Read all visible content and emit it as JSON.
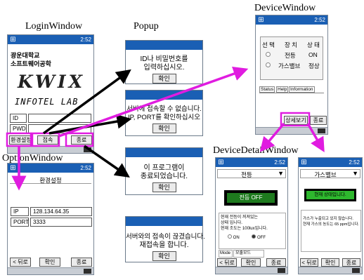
{
  "titles": {
    "login": "LoginWindow",
    "popup": "Popup",
    "device": "DeviceWindow",
    "option": "OptionWindow",
    "detail": "DeviceDetailWindow"
  },
  "status_time": "2:52",
  "login": {
    "univ_line1": "광운대학교",
    "univ_line2": "소프트웨어공학",
    "logo_text": "KWIX",
    "lab_text": "INFOTEL LAB",
    "id_label": "ID",
    "pwd_label": "PWD",
    "settings_button": "환경설정",
    "connect_button": "접속",
    "exit_button": "종료"
  },
  "popups": [
    {
      "line1": "ID나 비밀번호를",
      "line2": "입력하십시오.",
      "button": "확인"
    },
    {
      "line1": "서버에 접속할 수 없습니다.",
      "line2": "IP, PORT를 확인하십시오",
      "button": "확인"
    },
    {
      "line1": "이 프로그램이",
      "line2": "종료되었습니다.",
      "button": "확인"
    },
    {
      "line1": "서버와의 접속이 끊겼습니다.",
      "line2": "재접속을 합니다.",
      "button": "확인"
    }
  ],
  "device": {
    "headers": [
      "선 택",
      "장 치",
      "상 태"
    ],
    "rows": [
      {
        "device": "전등",
        "status": "ON"
      },
      {
        "device": "가스밸브",
        "status": "정상"
      }
    ],
    "tabs": [
      "Status",
      "Help",
      "Information"
    ],
    "detail_button": "상세보기",
    "exit_button": "종료"
  },
  "option": {
    "heading": "환경설정",
    "ip_label": "IP",
    "ip_value": "128.134.64.35",
    "port_label": "PORT",
    "port_value": "3333",
    "back_button": "< 뒤로",
    "ok_button": "확인",
    "exit_button": "종료"
  },
  "detail_light": {
    "select_value": "전등",
    "state_text": "전등 OFF",
    "info_line1": "현재 전등이 꺼져있는",
    "info_line2": "상태 입니다.",
    "info_line3": "현재 조도는 100lux입니다.",
    "radio_on": "ON",
    "radio_off": "OFF",
    "mode_label": "Mode",
    "mode_value": "모출모드",
    "back_button": "< 뒤로",
    "ok_button": "확인",
    "exit_button": "종료"
  },
  "detail_gas": {
    "select_value": "가스밸브",
    "state_text": "현재 상태입니다.",
    "info_line1": "가스가 누출되고 있지 않습니다.",
    "info_line2": "현재 가스의 농도는 65 ppm입니다.",
    "back_button": "< 뒤로",
    "ok_button": "확인",
    "exit_button": "종료"
  },
  "colors": {
    "titlebar": "#1a5fb4",
    "arrow_black": "#000000",
    "arrow_magenta": "#e01ce0",
    "light_off_bg": "#1e7a1e",
    "gas_state_bg": "#2eb82e"
  }
}
